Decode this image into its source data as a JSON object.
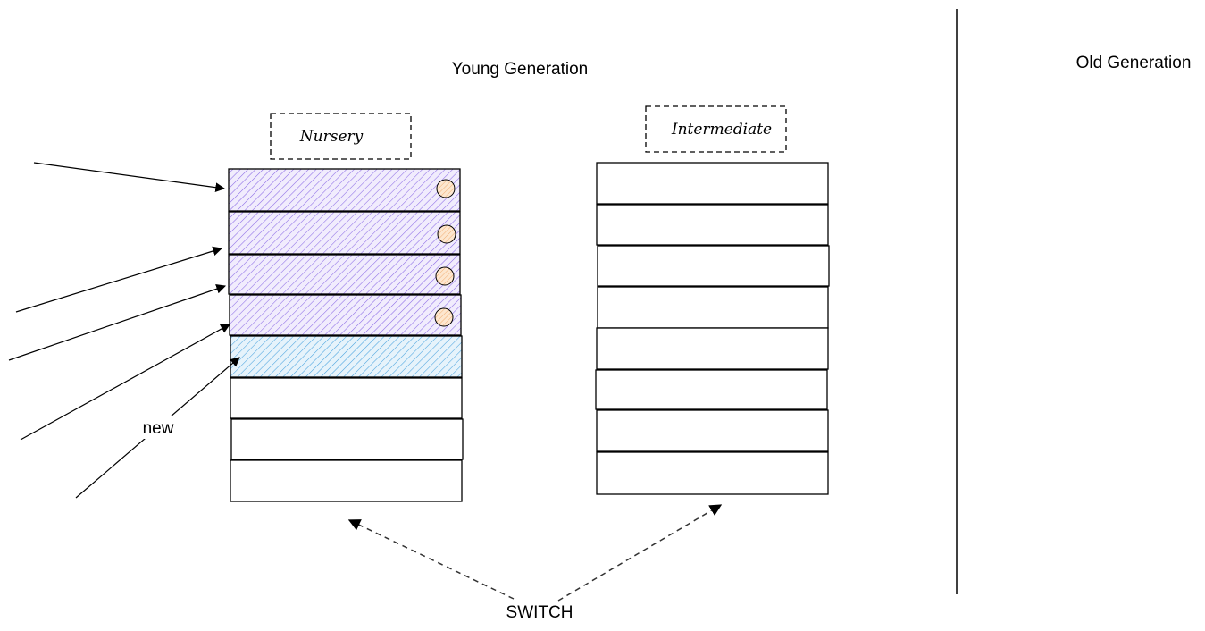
{
  "young_generation": {
    "title": "Young Generation",
    "nursery": {
      "label": "Nursery",
      "slots": [
        "used",
        "used",
        "used",
        "used",
        "new",
        "empty",
        "empty",
        "empty"
      ]
    },
    "intermediate": {
      "label": "Intermediate",
      "slots": [
        "empty",
        "empty",
        "empty",
        "empty",
        "empty",
        "empty",
        "empty",
        "empty"
      ]
    }
  },
  "old_generation": {
    "title": "Old Generation"
  },
  "annotations": {
    "new_label": "new",
    "switch_label": "SWITCH"
  },
  "colors": {
    "used_hatch": "#8b6be6",
    "new_hatch": "#4aa3df",
    "marker_fill": "#fde2c4",
    "stroke": "#000000"
  }
}
